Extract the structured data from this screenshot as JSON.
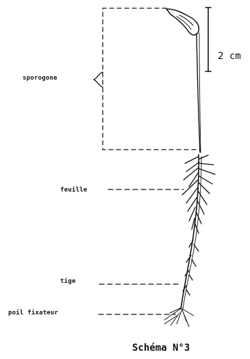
{
  "diagram": {
    "labels": {
      "sporogone": "sporogone",
      "feuille": "feuille",
      "tige": "tige",
      "poil_fixateur": "poil fixateur"
    },
    "scale_bar": "2 cm",
    "caption": "Schéma N°3"
  },
  "colors": {
    "ink": "#111111",
    "paper": "#ffffff"
  }
}
